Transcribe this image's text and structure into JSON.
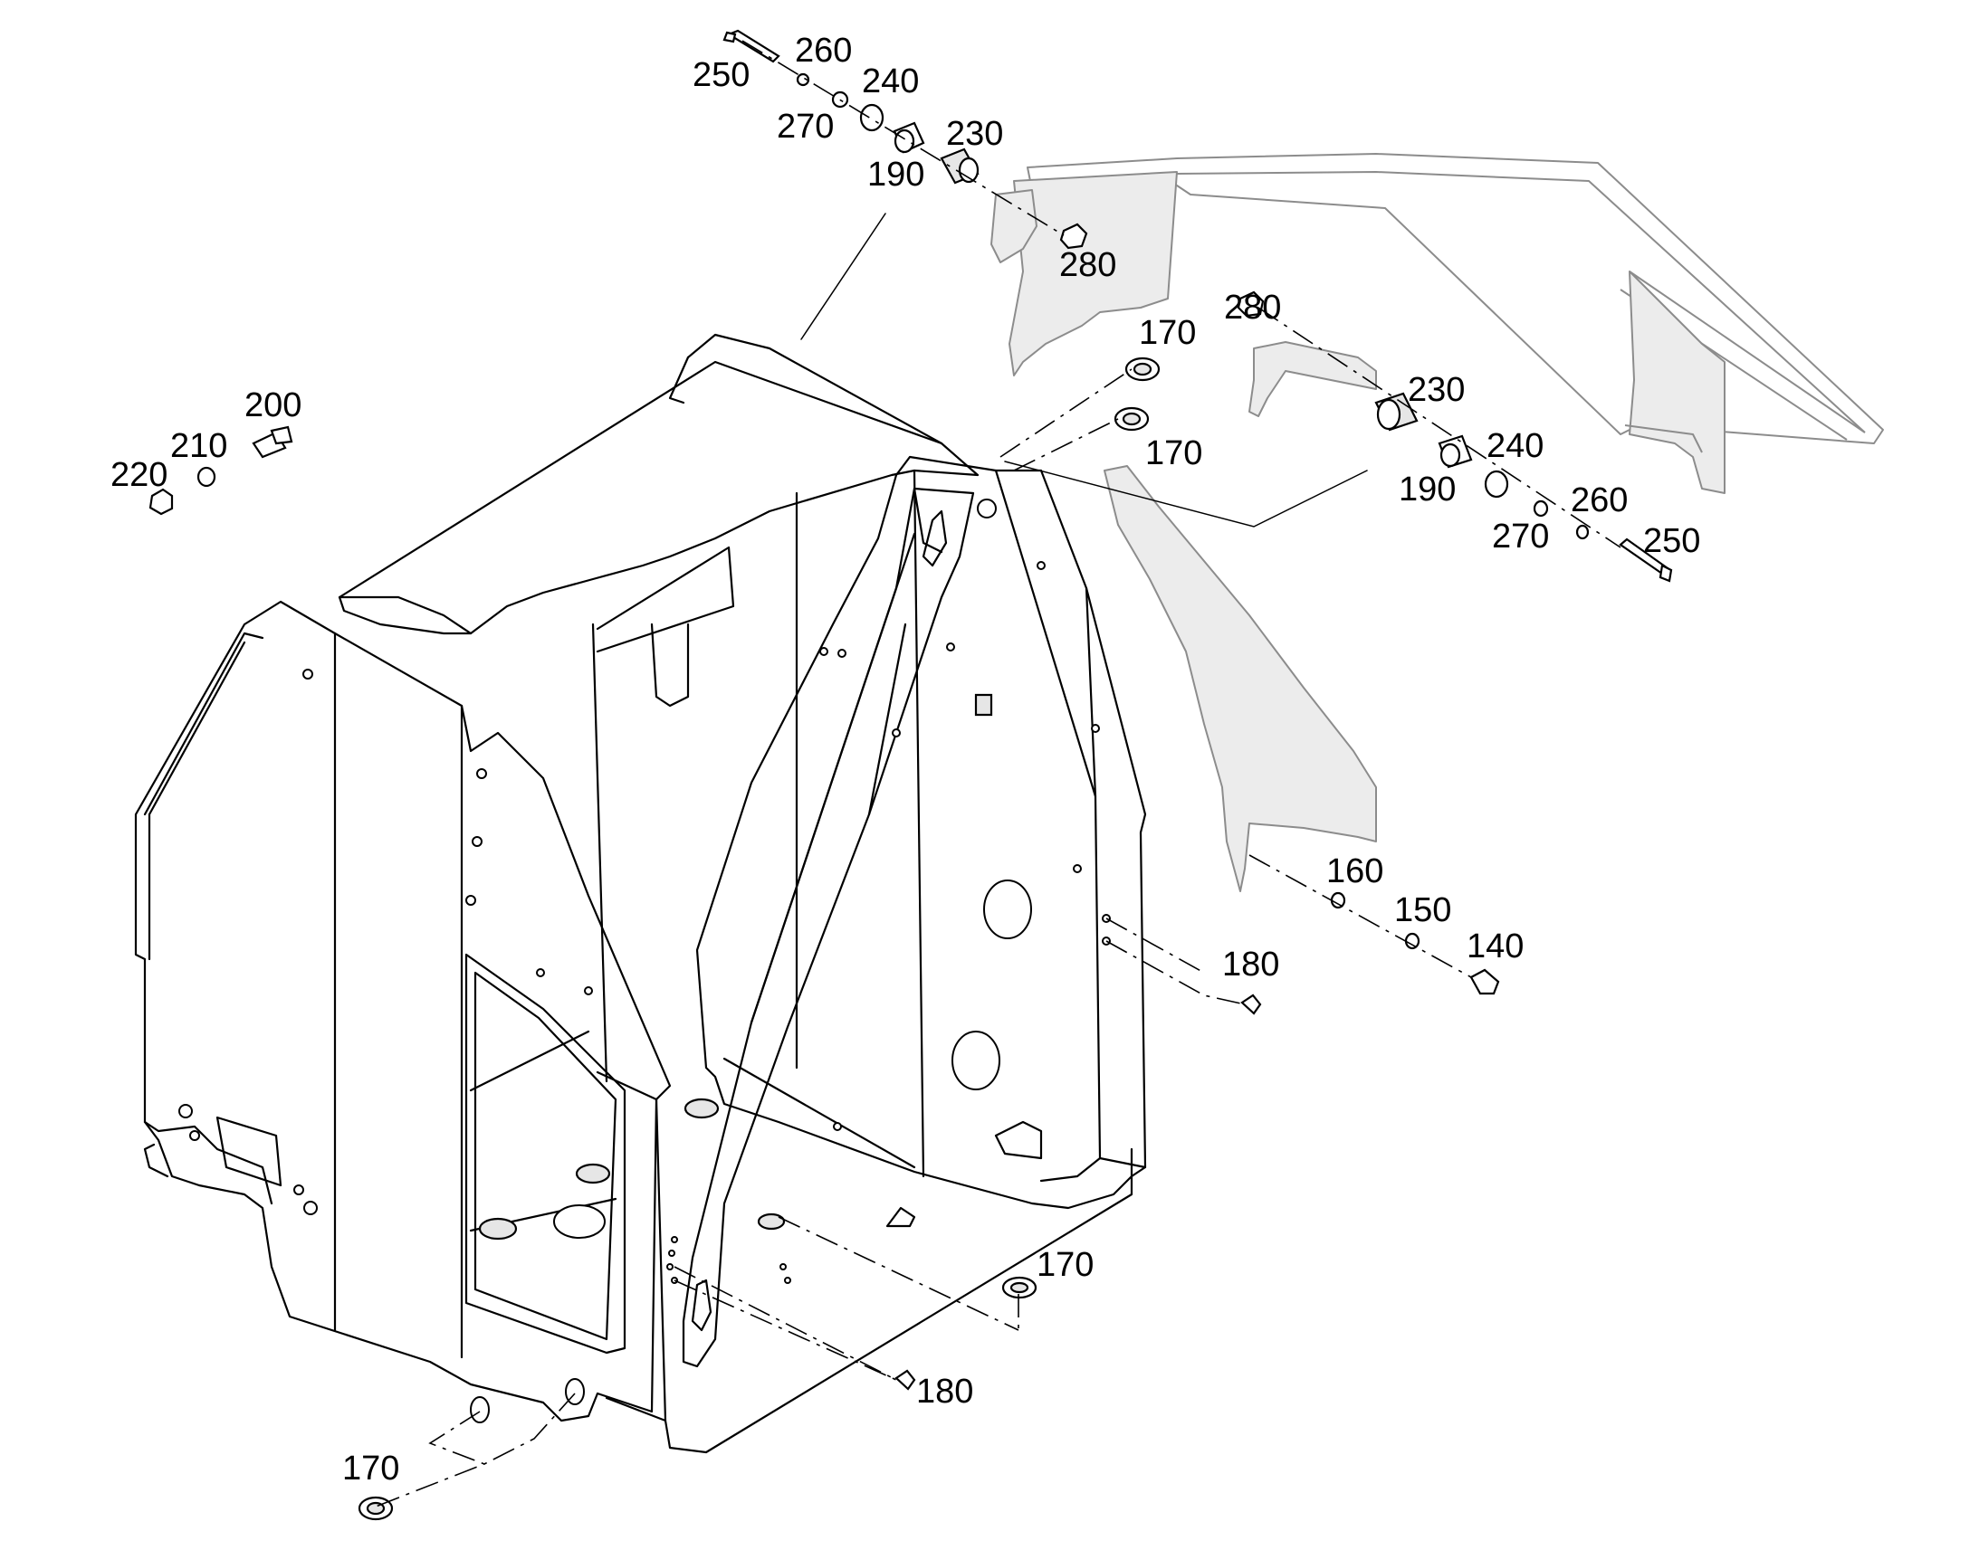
{
  "diagram": {
    "labels": [
      {
        "id": "l250a",
        "text": "250"
      },
      {
        "id": "l260a",
        "text": "260"
      },
      {
        "id": "l240a",
        "text": "240"
      },
      {
        "id": "l270a",
        "text": "270"
      },
      {
        "id": "l230a",
        "text": "230"
      },
      {
        "id": "l190a",
        "text": "190"
      },
      {
        "id": "l280a",
        "text": "280"
      },
      {
        "id": "l170a",
        "text": "170"
      },
      {
        "id": "l170b",
        "text": "170"
      },
      {
        "id": "l280b",
        "text": "280"
      },
      {
        "id": "l230b",
        "text": "230"
      },
      {
        "id": "l240b",
        "text": "240"
      },
      {
        "id": "l190b",
        "text": "190"
      },
      {
        "id": "l260b",
        "text": "260"
      },
      {
        "id": "l270b",
        "text": "270"
      },
      {
        "id": "l250b",
        "text": "250"
      },
      {
        "id": "l200",
        "text": "200"
      },
      {
        "id": "l210",
        "text": "210"
      },
      {
        "id": "l220",
        "text": "220"
      },
      {
        "id": "l160",
        "text": "160"
      },
      {
        "id": "l150",
        "text": "150"
      },
      {
        "id": "l140",
        "text": "140"
      },
      {
        "id": "l180a",
        "text": "180"
      },
      {
        "id": "l170c",
        "text": "170"
      },
      {
        "id": "l180b",
        "text": "180"
      },
      {
        "id": "l170d",
        "text": "170"
      }
    ]
  }
}
